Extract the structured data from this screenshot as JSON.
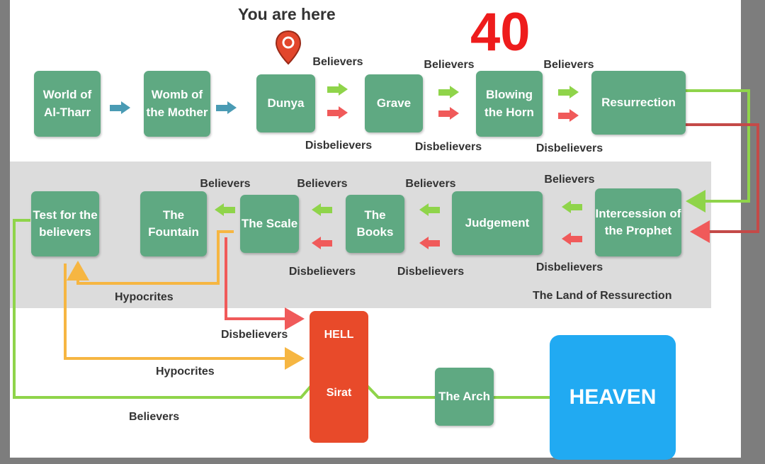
{
  "header": {
    "you_are_here": "You are here",
    "counter": "40"
  },
  "stages_top": [
    {
      "id": "world",
      "label": "World of Al-Tharr"
    },
    {
      "id": "womb",
      "label": "Womb of the Mother"
    },
    {
      "id": "dunya",
      "label": "Dunya"
    },
    {
      "id": "grave",
      "label": "Grave"
    },
    {
      "id": "horn",
      "label": "Blowing the Horn"
    },
    {
      "id": "resurrection",
      "label": "Resurrection"
    }
  ],
  "stages_middle": [
    {
      "id": "test",
      "label": "Test for the believers"
    },
    {
      "id": "fountain",
      "label": "The Fountain"
    },
    {
      "id": "scale",
      "label": "The Scale"
    },
    {
      "id": "books",
      "label": "The Books"
    },
    {
      "id": "judgement",
      "label": "Judgement"
    },
    {
      "id": "intercession",
      "label": "Intercession of the Prophet"
    }
  ],
  "stages_bottom": {
    "hell": "HELL",
    "sirat": "Sirat",
    "arch": "The Arch",
    "heaven": "HEAVEN"
  },
  "labels": {
    "believers": "Believers",
    "disbelievers": "Disbelievers",
    "hypocrites": "Hypocrites",
    "land": "The Land of Ressurection"
  },
  "colors": {
    "box_green": "#5fa982",
    "arrow_green": "#8fd44a",
    "arrow_red": "#f05a5a",
    "arrow_teal": "#4a9bb4",
    "arrow_orange": "#f6b642",
    "hell_red": "#e84a2a",
    "heaven_blue": "#21aaf2",
    "counter_red": "#ee1c1c",
    "pin_red": "#e2462c",
    "band_gray": "#dcdcdc"
  },
  "icons": {
    "location": "map-pin-icon"
  }
}
